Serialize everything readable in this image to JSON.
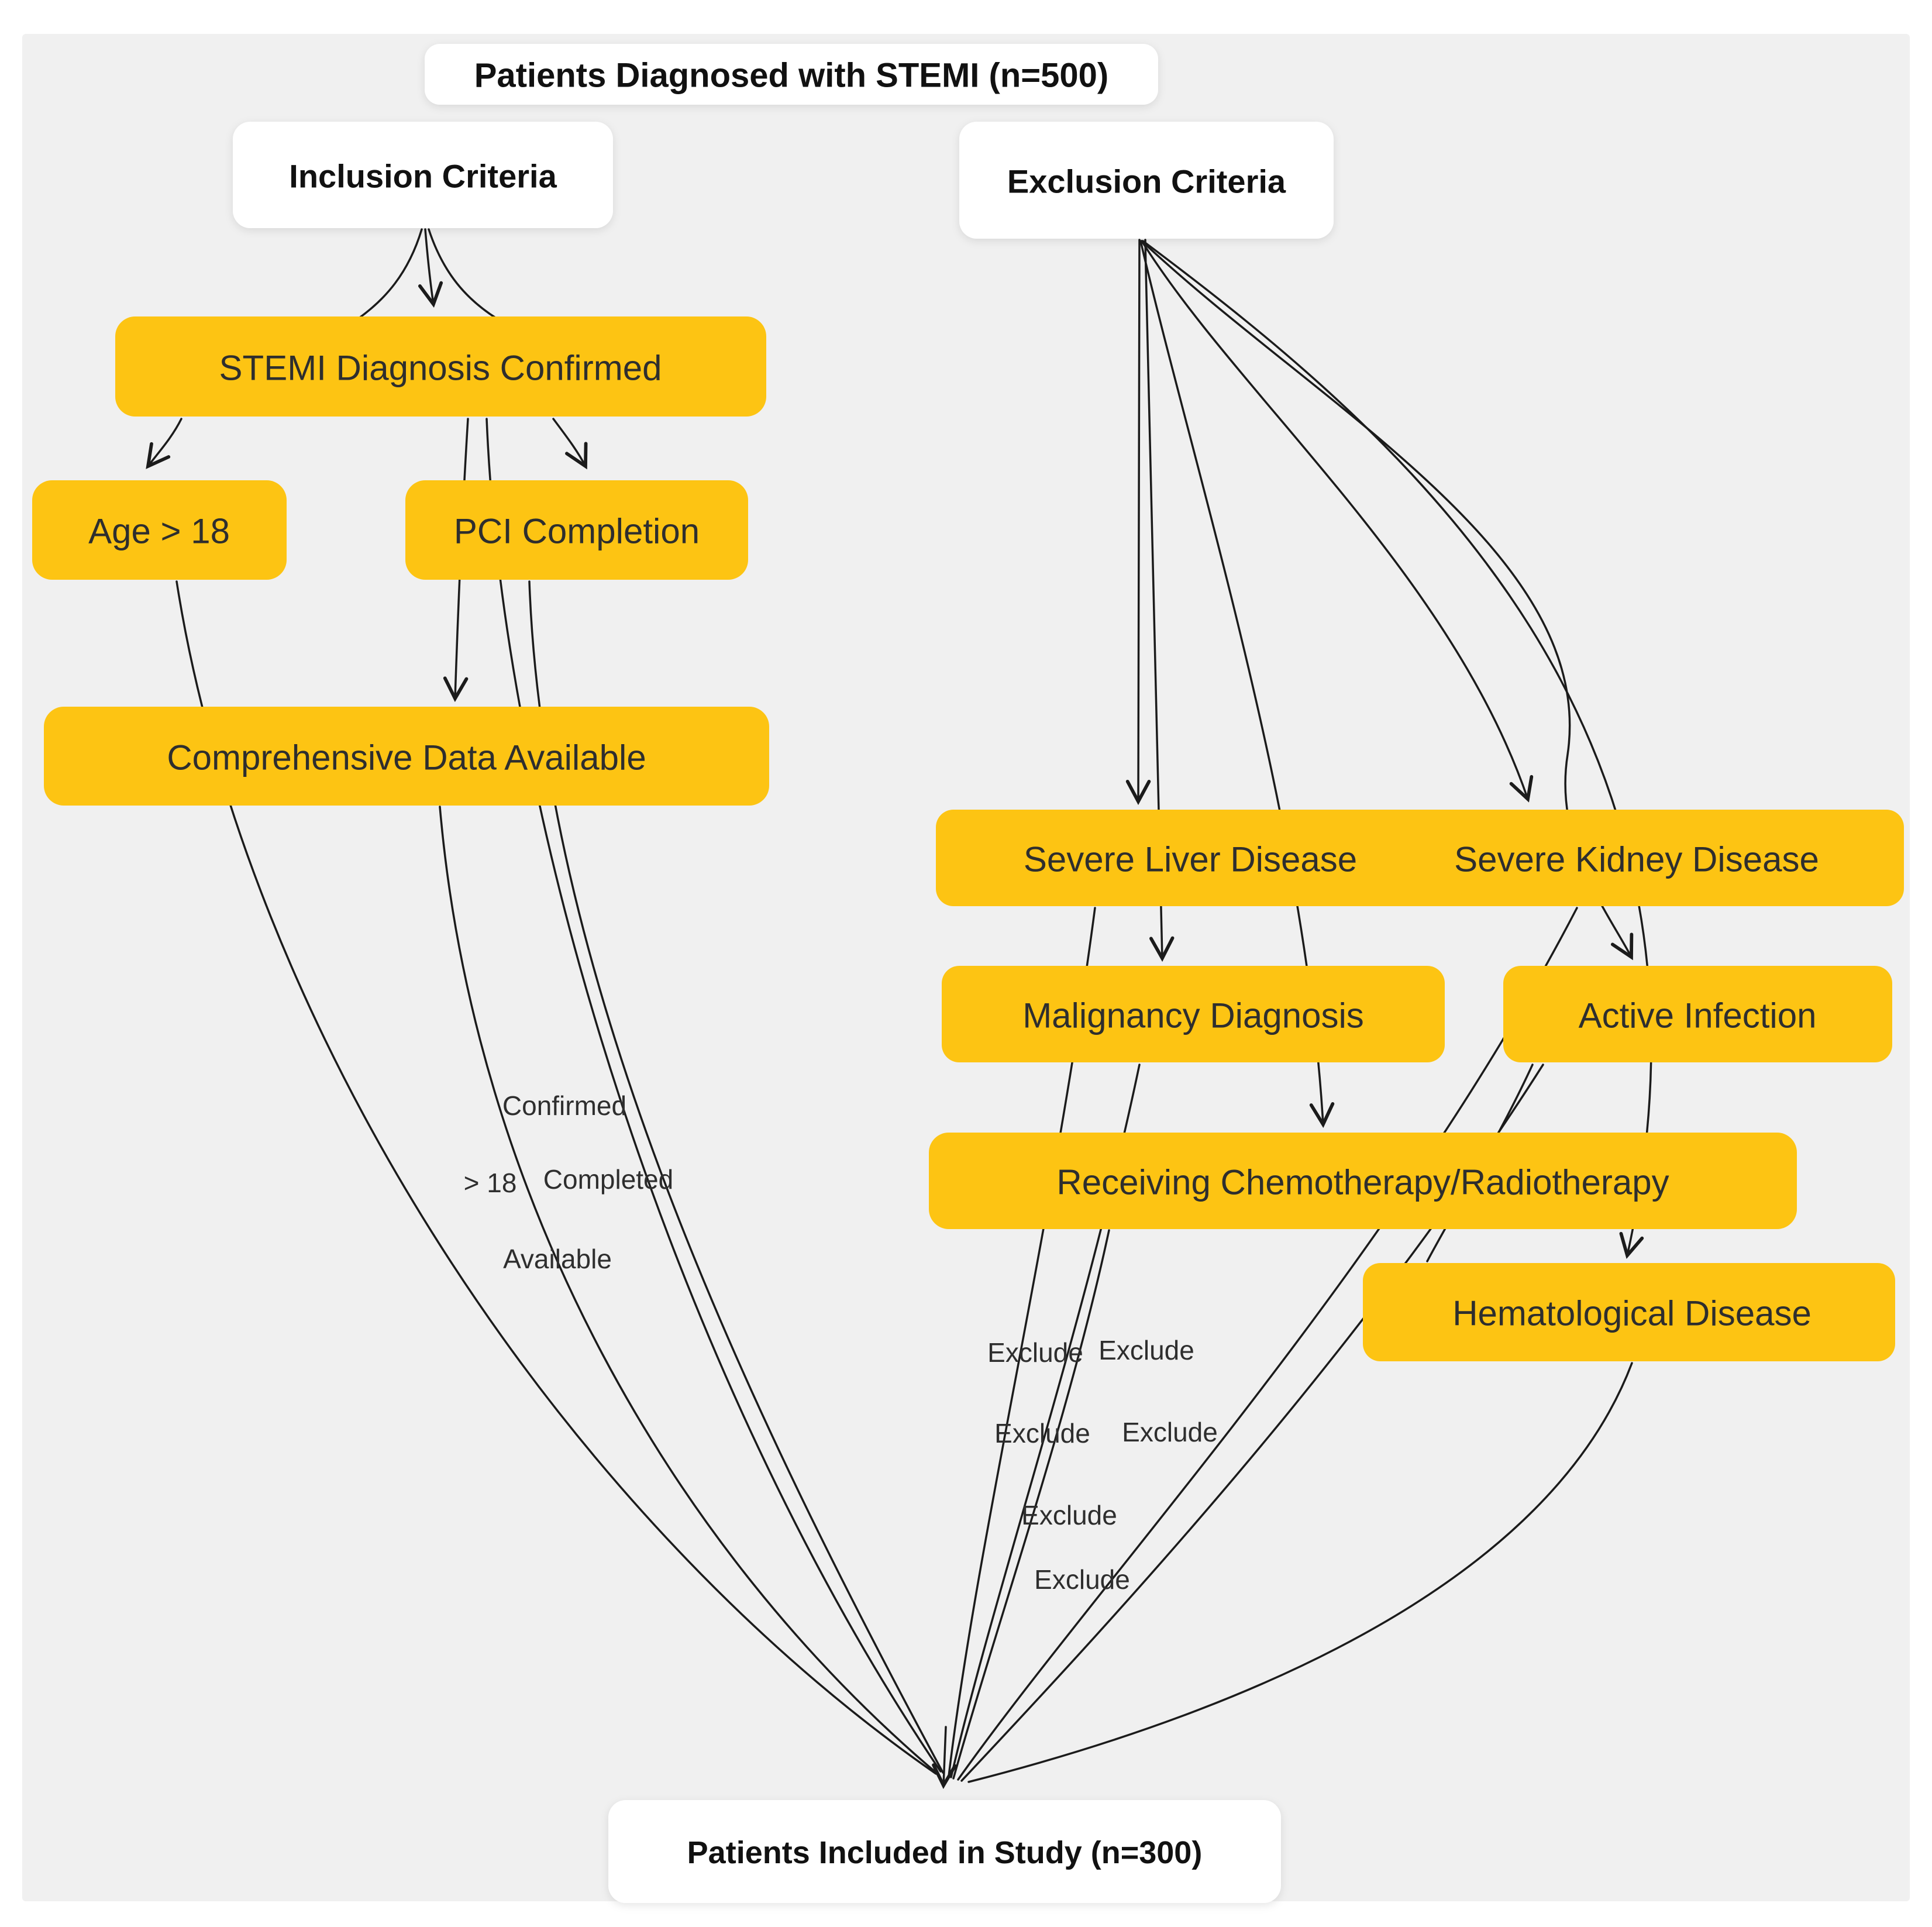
{
  "colors": {
    "background": "#f0f0f0",
    "canvas": "#ffffff",
    "node_fill": "#fdc413",
    "node_text": "#2e2e2e",
    "edge": "#1b1b1b",
    "header_text": "#111111"
  },
  "title": "Patients Diagnosed with STEMI (n=500)",
  "headers": {
    "inclusion": "Inclusion Criteria",
    "exclusion": "Exclusion Criteria"
  },
  "nodes": {
    "stemi": "STEMI Diagnosis Confirmed",
    "age": "Age > 18",
    "pci": "PCI Completion",
    "data": "Comprehensive Data Available",
    "liver": "Severe Liver Disease",
    "kidney": "Severe Kidney Disease",
    "malignancy": "Malignancy Diagnosis",
    "infection": "Active Infection",
    "chemo": "Receiving Chemotherapy/Radiotherapy",
    "hema": "Hematological Disease",
    "result": "Patients Included in Study (n=300)"
  },
  "edge_labels": {
    "confirmed": "Confirmed",
    "age": "> 18",
    "completed": "Completed",
    "available": "Available",
    "exclude": "Exclude"
  }
}
